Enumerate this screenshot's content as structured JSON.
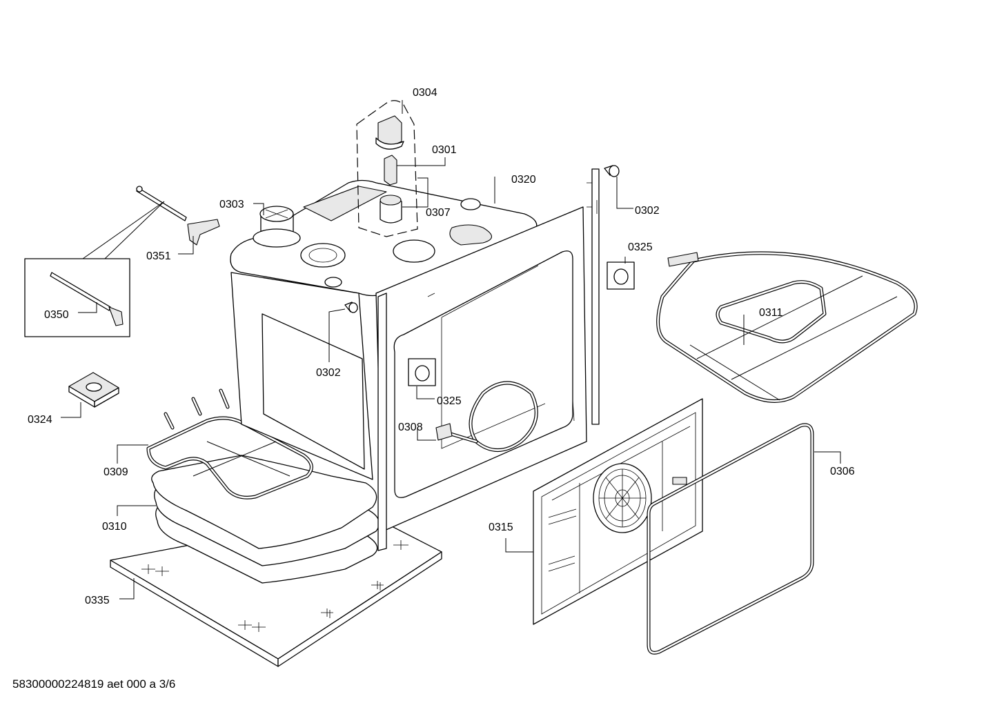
{
  "labels": {
    "p0301": "0301",
    "p0302a": "0302",
    "p0302b": "0302",
    "p0303": "0303",
    "p0304": "0304",
    "p0306": "0306",
    "p0307": "0307",
    "p0308": "0308",
    "p0309": "0309",
    "p0310": "0310",
    "p0311": "0311",
    "p0315": "0315",
    "p0320": "0320",
    "p0324": "0324",
    "p0325a": "0325",
    "p0325b": "0325",
    "p0335": "0335",
    "p0350": "0350",
    "p0351": "0351"
  },
  "footer": {
    "doc_id": "58300000224819 aet 000 a 3/6"
  }
}
